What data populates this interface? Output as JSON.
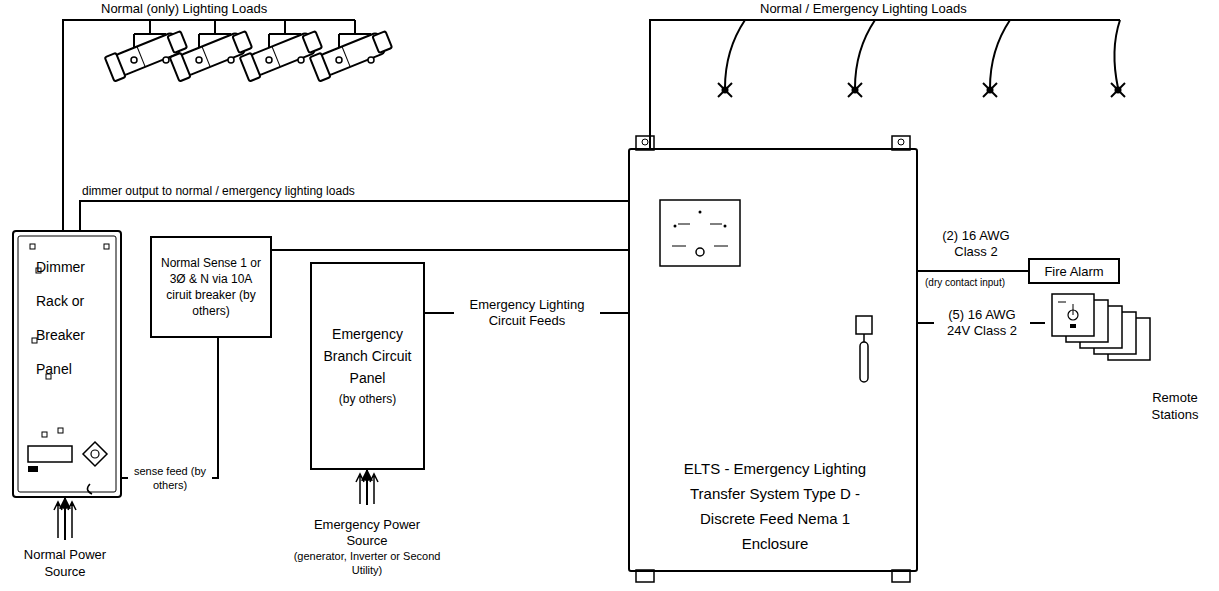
{
  "diagram": {
    "nodes": [
      {
        "text": [
          "Normal (only) Lighting Loads"
        ]
      },
      {
        "text": [
          "Normal / Emergency Lighting Loads"
        ]
      },
      {
        "text": [
          "Dimmer Rack or Breaker Panel"
        ]
      },
      {
        "text": [
          "Normal Sense 1 or 3Ø & N via 10A ciruit breaker (by others)"
        ]
      },
      {
        "text": [
          "Emergency Branch Circuit Panel",
          "(by others)"
        ]
      },
      {
        "text": [
          "ELTS - Emergency Lighting Transfer System Type D - Discrete Feed Nema 1 Enclosure"
        ]
      },
      {
        "text": [
          "Fire Alarm"
        ]
      },
      {
        "text": [
          "Remote Stations"
        ]
      },
      {
        "text": [
          "Normal Power Source"
        ]
      },
      {
        "text": [
          "Emergency Power Source",
          "(generator, Inverter or Second Utility)"
        ]
      }
    ],
    "edges": [
      {
        "from": 2,
        "to": 0,
        "arrow": "none"
      },
      {
        "from": 2,
        "to": 5,
        "label": "dimmer output to normal / emergency lighting loads",
        "arrow": "none"
      },
      {
        "from": 3,
        "to": 5,
        "arrow": "none"
      },
      {
        "from": 2,
        "to": 3,
        "label": "sense feed (by others)",
        "arrow": "none"
      },
      {
        "from": 4,
        "to": 5,
        "label": "Emergency Lighting Circuit Feeds",
        "arrow": "none"
      },
      {
        "from": 5,
        "to": 1,
        "arrow": "none"
      },
      {
        "from": 5,
        "to": 6,
        "label": "(2) 16 AWG Class 2",
        "arrow": "none"
      },
      {
        "from": 5,
        "to": 7,
        "label": "(5) 16 AWG 24V Class 2",
        "arrow": "none"
      },
      {
        "from": 8,
        "to": 2,
        "arrow": "to"
      },
      {
        "from": 9,
        "to": 4,
        "arrow": "to"
      }
    ],
    "labels": [
      "(dry contact input)"
    ]
  }
}
